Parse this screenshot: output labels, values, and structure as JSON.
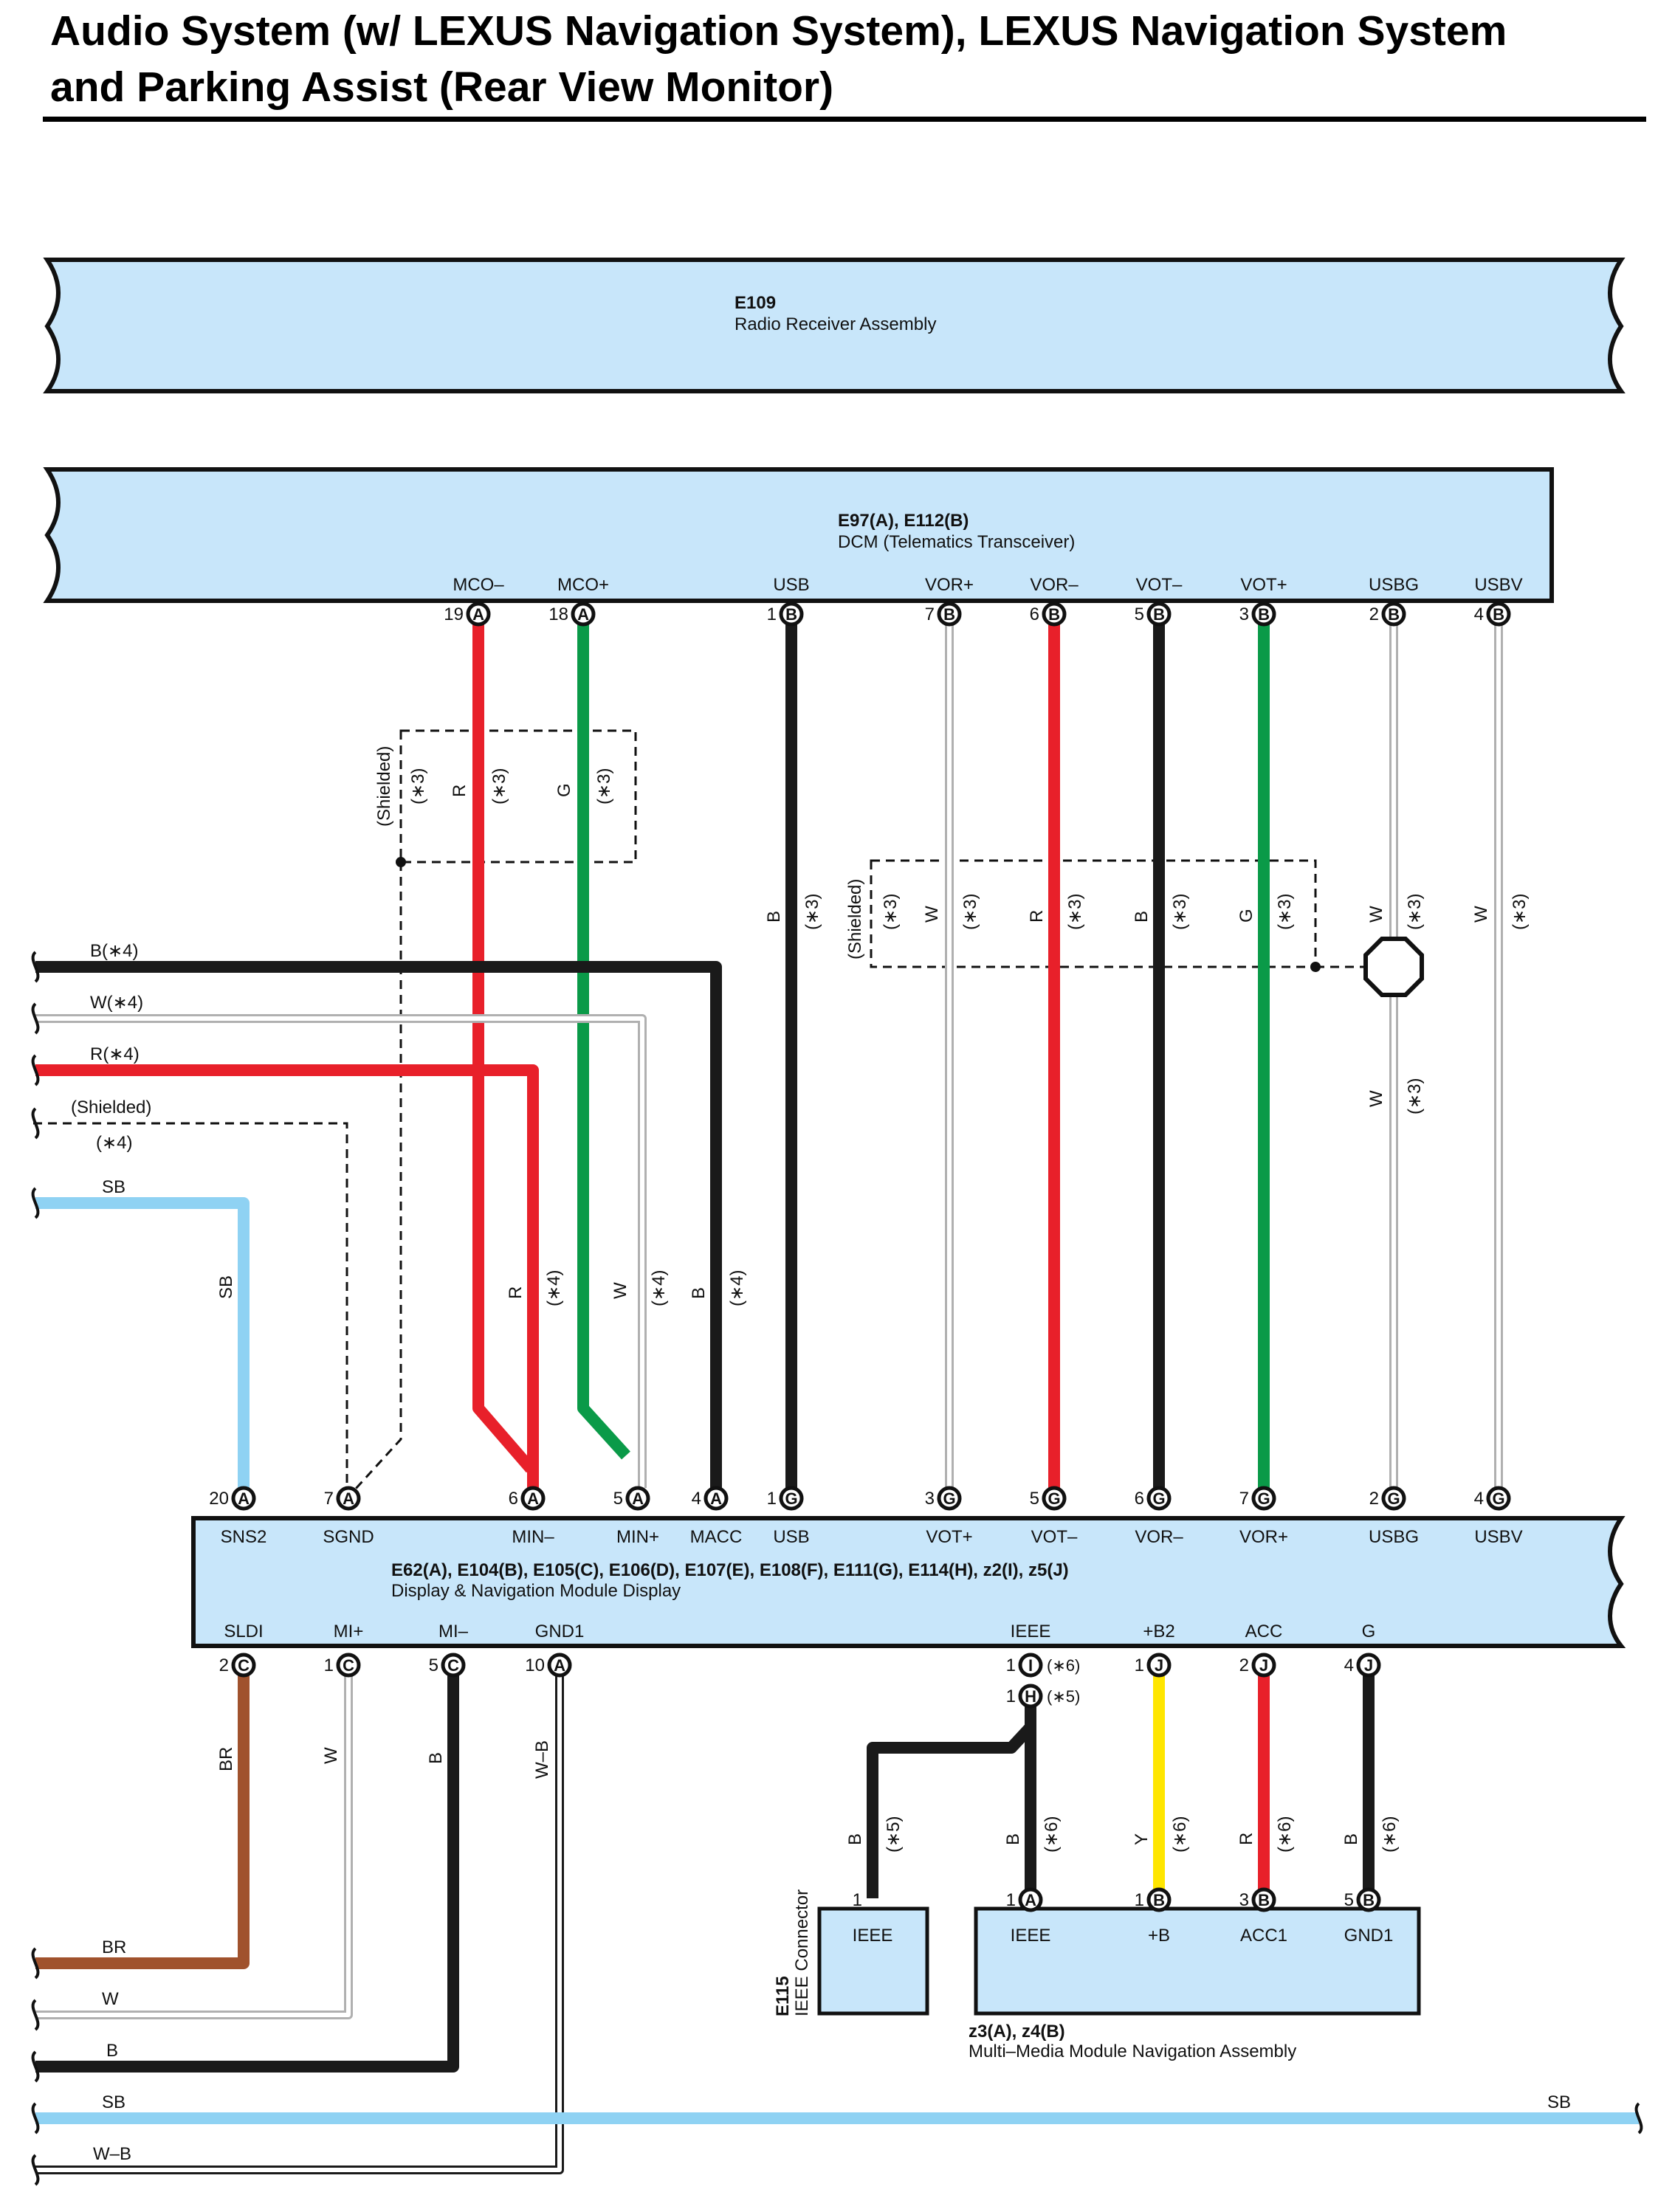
{
  "title": {
    "line1": "Audio System (w/ LEXUS Navigation System), LEXUS Navigation System",
    "line2": "and Parking Assist (Rear View Monitor)"
  },
  "components": {
    "e109": {
      "code": "E109",
      "name": "Radio Receiver Assembly"
    },
    "dcm": {
      "code": "E97(A), E112(B)",
      "name": "DCM (Telematics Transceiver)"
    },
    "display": {
      "code": "E62(A), E104(B), E105(C), E106(D), E107(E), E108(F), E111(G), E114(H), z2(I), z5(J)",
      "name": "Display & Navigation Module Display"
    },
    "e115": {
      "code": "E115",
      "name": "IEEE Connector"
    },
    "mmm": {
      "code": "z3(A), z4(B)",
      "name": "Multi–Media Module Navigation Assembly"
    }
  },
  "dcm_pins": [
    {
      "label": "MCO–",
      "num": "19",
      "conn": "A"
    },
    {
      "label": "MCO+",
      "num": "18",
      "conn": "A"
    },
    {
      "label": "USB",
      "num": "1",
      "conn": "B"
    },
    {
      "label": "VOR+",
      "num": "7",
      "conn": "B"
    },
    {
      "label": "VOR–",
      "num": "6",
      "conn": "B"
    },
    {
      "label": "VOT–",
      "num": "5",
      "conn": "B"
    },
    {
      "label": "VOT+",
      "num": "3",
      "conn": "B"
    },
    {
      "label": "USBG",
      "num": "2",
      "conn": "B"
    },
    {
      "label": "USBV",
      "num": "4",
      "conn": "B"
    }
  ],
  "display_top_pins": [
    {
      "label": "SNS2",
      "num": "20",
      "conn": "A"
    },
    {
      "label": "SGND",
      "num": "7",
      "conn": "A"
    },
    {
      "label": "MIN–",
      "num": "6",
      "conn": "A"
    },
    {
      "label": "MIN+",
      "num": "5",
      "conn": "A"
    },
    {
      "label": "MACC",
      "num": "4",
      "conn": "A"
    },
    {
      "label": "USB",
      "num": "1",
      "conn": "G"
    },
    {
      "label": "VOT+",
      "num": "3",
      "conn": "G"
    },
    {
      "label": "VOT–",
      "num": "5",
      "conn": "G"
    },
    {
      "label": "VOR–",
      "num": "6",
      "conn": "G"
    },
    {
      "label": "VOR+",
      "num": "7",
      "conn": "G"
    },
    {
      "label": "USBG",
      "num": "2",
      "conn": "G"
    },
    {
      "label": "USBV",
      "num": "4",
      "conn": "G"
    }
  ],
  "display_bottom_pins": [
    {
      "label": "SLDI",
      "num": "2",
      "conn": "C"
    },
    {
      "label": "MI+",
      "num": "1",
      "conn": "C"
    },
    {
      "label": "MI–",
      "num": "5",
      "conn": "C"
    },
    {
      "label": "GND1",
      "num": "10",
      "conn": "A"
    },
    {
      "label": "IEEE",
      "num": "1",
      "conn": "I",
      "note": "(∗6)",
      "num2": "1",
      "conn2": "H",
      "note2": "(∗5)"
    },
    {
      "label": "+B2",
      "num": "1",
      "conn": "J"
    },
    {
      "label": "ACC",
      "num": "2",
      "conn": "J"
    },
    {
      "label": "G",
      "num": "4",
      "conn": "J"
    }
  ],
  "e115_pin": {
    "num": "1",
    "label": "IEEE"
  },
  "mmm_pins": [
    {
      "label": "IEEE",
      "num": "1",
      "conn": "A"
    },
    {
      "label": "+B",
      "num": "1",
      "conn": "B"
    },
    {
      "label": "ACC1",
      "num": "3",
      "conn": "B"
    },
    {
      "label": "GND1",
      "num": "5",
      "conn": "B"
    }
  ],
  "wire_labels": {
    "shielded": "(Shielded)",
    "note3": "(∗3)",
    "note4": "(∗4)",
    "note5": "(∗5)",
    "note6": "(∗6)",
    "R": "R",
    "G": "G",
    "B": "B",
    "W": "W",
    "SB": "SB",
    "BR": "BR",
    "Y": "Y",
    "WB": "W–B",
    "left_B4": "B(∗4)",
    "left_W4": "W(∗4)",
    "left_R4": "R(∗4)"
  },
  "colors": {
    "red": "#e8202a",
    "green": "#0a9a48",
    "black": "#1a1a1a",
    "sky_blue": "#8fd2f3",
    "brown": "#a0522d",
    "yellow": "#ffe600",
    "white_wire": "#b0b0b0",
    "box_fill": "#c8e6fa"
  }
}
